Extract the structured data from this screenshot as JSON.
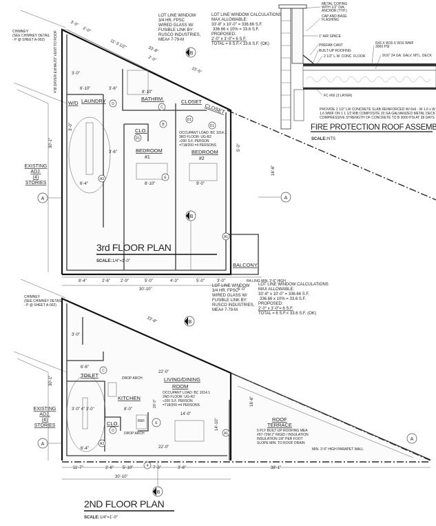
{
  "third_floor": {
    "title": "3rd FLOOR PLAN",
    "scale_label": "SCALE:",
    "scale": "1/4\"=1'-0\"",
    "chimney_note": [
      "CHIMNEY",
      "(SEE CHIMNEY DETAIL",
      "- P @ SHEET A-002)"
    ],
    "dryer_note": "4\"Ø DRYER EXHAUST VENT TO ROOF",
    "lot_line_window": [
      "LOT LINE WINDOW",
      "3/4 HR. FPSC",
      "WIRED GLASS W/",
      "FUSIBLE LINK BY:",
      "RUSCO INDUSTRIES,",
      "MEA# 7-79-M"
    ],
    "calculations": [
      "LOT LINE WINDOW CALCULATIONS",
      "MAX ALLOWABLE:",
      "33'-8\" x 10'-0\" = 336.66 S.F.",
      "336.66 x 10% = 33.6 S.F.",
      "PROPOSED:",
      "2'-0\" x 3'-0\"= 6 S.F.",
      "TOTAL        = 6 S.F.< 33.6 S.F. (OK)"
    ],
    "rooms": [
      "W/D",
      "LAUNDRY",
      "BATHRM.",
      "CLOSET",
      "CLOSET",
      "CLO.",
      "BEDROOM",
      "#1",
      "BEDROOM",
      "#2",
      "BALCONY"
    ],
    "occupant_load": [
      "OCCUPANT LOAD: BC 1014.1",
      "3RD FLOOR: UG-R2",
      "÷200 S.F. PERSON",
      "=718/200 =4 PERSONS"
    ],
    "existing": [
      "EXISTING",
      "ADJ.",
      "(4)",
      "STORIES"
    ],
    "top_dims": [
      "3'-0\"",
      "2'-0\"",
      "11'-3 1/2\"",
      "33'-8\"",
      "2'-0\"",
      "15'-5\""
    ],
    "interior_dims": [
      "3'-0\"",
      "6'-10\"",
      "3'-6\"",
      "8'-10\"",
      "3'-6\"",
      "6'-4\"",
      "8'-10\"",
      "9'-0\"",
      "30'-1\"",
      "16'-6\"",
      "3'-0\"",
      "5'-0\""
    ],
    "bottom_dims": [
      "8'-4\"",
      "2'-6\"",
      "2'-9\"",
      "5'-0\"",
      "4'-3\"",
      "5'-0\"",
      "3'-0\"",
      "30'-10\"",
      "5'-0\""
    ],
    "railing_note": "RA LING MIN. 3'-6\" HIGH",
    "grid": [
      "A",
      "A",
      "B",
      "B"
    ],
    "tags": [
      "D",
      "C",
      "B",
      "D1",
      "D1",
      "D1",
      "E",
      "A1",
      "A3"
    ]
  },
  "fire_detail": {
    "title": "FIRE PROTECTION ROOF ASSEMBLY",
    "scale_label": "SCALE:",
    "scale": "NTS",
    "callouts": [
      "METAL COPING",
      "WITH 1/2\" DIA.",
      "ANCHOR (TYP.)",
      "CAP AND BASE",
      "FLASHING",
      "1\" AIR SPACE",
      "PREFAB CANT",
      "BUILT-UP ROOFING",
      "2 1/2\" L.W. CONC. FLOOR",
      "6X6 X W16 X W16 WWF",
      "3000 PSI",
      "9/16\" 24 GA. GALV. MTL. DECK",
      "FC #60 (3 LAYER)"
    ],
    "note": [
      "PROVIDE 2 1/2\" LW CONCRETE SLAB REINFORCED W/ 6x6 - W 1.6 x W",
      "1.6 WWF ON 1 1 1/2 RIB COMPOSITE 20 GA GALVANIZED METAL DECK",
      "COMPRESSIVE STRENGTH OF CONCRETE TO B 3000 PSI AT 28 DAYS"
    ]
  },
  "second_floor": {
    "title": "2ND FLOOR PLAN",
    "scale_label": "SCALE:",
    "scale": "1/4\"=1'-0\"",
    "chimney_note": [
      "CHIMNEY",
      "(SEE CHIMNEY DETAIL",
      "- P @ SHEET A-002)"
    ],
    "lot_line_window": [
      "LOT LINE WINDOW",
      "3/4 HR. FPSC",
      "WIRED GLASS W/",
      "FUSIBLE LINK BY:",
      "RUSCO INDUSTRIES,",
      "MEA# 7-79-M"
    ],
    "calculations": [
      "LOT LINE WINDOW CALCULATIONS",
      "MAX ALLOWABLE:",
      "33'-8\" x 10'-0\" = 336.66 S.F.",
      "336.66 x 10% = 33.6 S.F.",
      "PROPOSED:",
      "2'-0\" x 3'-0\"= 6 S.F.",
      "TOTAL        = 6 S.F.< 33.6 S.F. (OK)"
    ],
    "rooms": [
      "TOILET",
      "KITCHEN",
      "LIVING/DINING",
      "ROOM",
      "CLO.",
      "ROOF",
      "TERRACE"
    ],
    "occupant_load": [
      "OCCUPANT LOAD: BC 1014.1",
      "2ND FLOOR: UG-R2",
      "÷200 S.F. PERSON",
      "=718/200 =4 PERSONS"
    ],
    "terrace_notes": [
      "5 PLY BUILT-UP ROOFING MEA",
      "#57-72M 2\" RIGID / INSULATION",
      "INSULATION  1/8\" PER FOOT",
      "SLOPE MIN. TO ROOF DRAIN"
    ],
    "parapet_note": "MIN. 3'-6\" HIGH PARAPET WALL",
    "existing": [
      "EXISTING",
      "ADJ.",
      "(4)",
      "STORIES"
    ],
    "top_dims": [
      "33'-8\""
    ],
    "interior_dims": [
      "3'-0\"",
      "6'-6\"",
      "22'-0\"",
      "8'-0\"",
      "3'-0\"  4\"  3'-0\"",
      "22'-0\"",
      "14'-0\"",
      "14'-10\"",
      "16'-6\"",
      "30'-1\"",
      "6'-4\"",
      "20'-3\""
    ],
    "bottom_dims": [
      "11'-7\"",
      "2'-6\"",
      "5'-10\"",
      "7'-3\"",
      "3'-8\"",
      "38'-1\"",
      "30'-10\""
    ],
    "labels": [
      "DROP ARCH",
      "REF.",
      "DROP ARCH"
    ],
    "grid": [
      "A",
      "A",
      "B",
      "B"
    ],
    "tags": [
      "C",
      "D",
      "E",
      "A3",
      "A1",
      "4"
    ]
  }
}
